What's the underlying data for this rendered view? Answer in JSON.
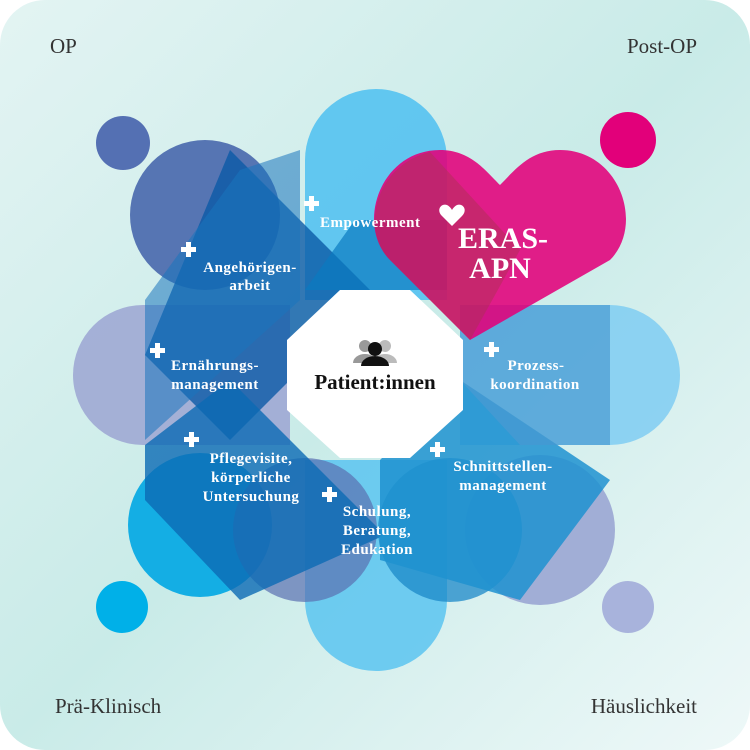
{
  "corners": {
    "top_left": "OP",
    "top_right": "Post-OP",
    "bottom_left": "Prä-Klinisch",
    "bottom_right": "Häuslichkeit"
  },
  "center": {
    "label": "Patient:innen",
    "icon": "people-group-icon"
  },
  "eras": {
    "line1": "ERAS-",
    "line2": "APN",
    "icon": "heart-icon"
  },
  "items": [
    {
      "lines": [
        "Empowerment"
      ]
    },
    {
      "lines": [
        "Angehörigen-",
        "arbeit"
      ]
    },
    {
      "lines": [
        "Ernährungs-",
        "management"
      ]
    },
    {
      "lines": [
        "Pflegevisite,",
        "körperliche",
        "Untersuchung"
      ]
    },
    {
      "lines": [
        "Schulung,",
        "Beratung,",
        "Edukation"
      ]
    },
    {
      "lines": [
        "Schnittstellen-",
        "management"
      ]
    },
    {
      "lines": [
        "Prozess-",
        "koordination"
      ]
    }
  ],
  "colors": {
    "light_blue": "#5bc4f0",
    "dark_blue": "#1f5fa8",
    "lavender": "#9fa8d4",
    "magenta": "#e2007a",
    "cyan": "#00b0e8"
  }
}
